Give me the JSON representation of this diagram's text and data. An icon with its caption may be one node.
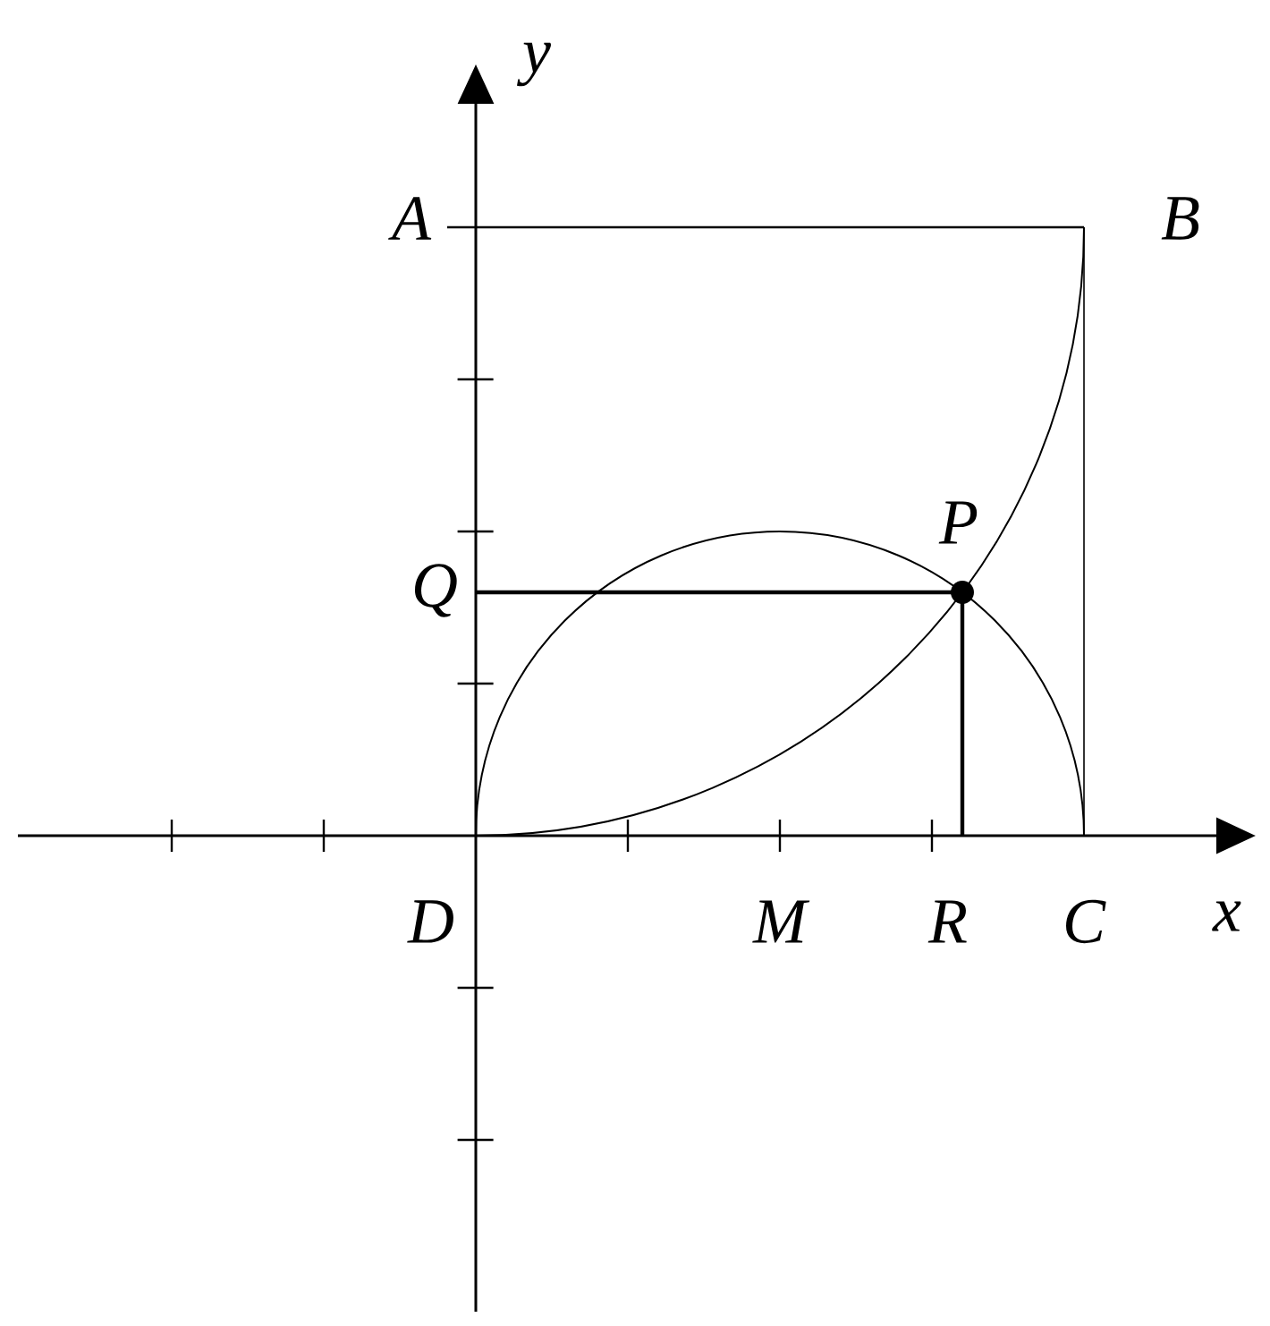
{
  "diagram": {
    "labels": [
      "y",
      "A",
      "B",
      "P",
      "Q",
      "D",
      "M",
      "R",
      "C",
      "x"
    ]
  }
}
